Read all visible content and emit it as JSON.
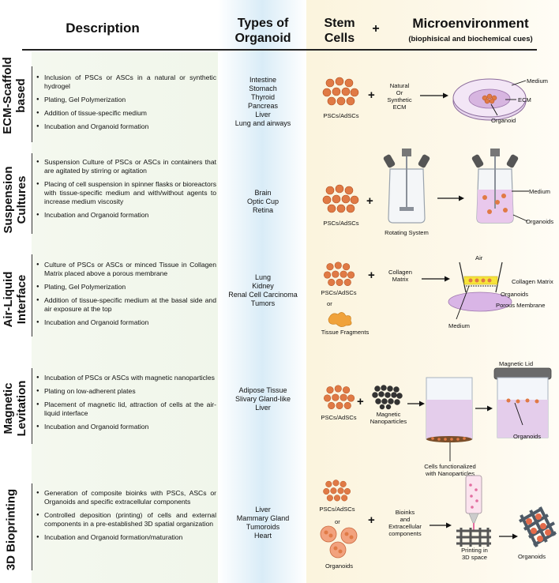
{
  "header": {
    "description": "Description",
    "types_line1": "Types of",
    "types_line2": "Organoid",
    "stem_line1": "Stem",
    "stem_line2": "Cells",
    "plus": "+",
    "micro": "Microenvironment",
    "micro_sub": "(biophisical and biochemical cues)"
  },
  "sections": [
    {
      "label_line1": "ECM-Scaffold",
      "label_line2": "based",
      "bullets": [
        "Inclusion of PSCs or ASCs in a natural or synthetic hydrogel",
        "Plating, Gel Polymerization",
        "Addition of tissue-specific medium",
        "Incubation and Organoid formation"
      ],
      "types": [
        "Intestine",
        "Stomach",
        "Thyroid",
        "Pancreas",
        "Liver",
        "Lung and airways"
      ],
      "fig": {
        "cells": "PSCs/AdSCs",
        "plus": "+",
        "matrix_l1": "Natural",
        "matrix_l2": "Or",
        "matrix_l3": "Synthetic",
        "matrix_l4": "ECM",
        "medium": "Medium",
        "ecm": "ECM",
        "organoid": "Organoid"
      }
    },
    {
      "label_line1": "Suspension",
      "label_line2": "Cultures",
      "bullets": [
        "Suspension Culture of PSCs or ASCs in containers that are agitated by stirring or agitation",
        "Placing of cell suspension in spinner flasks or bioreactors with tissue-specific medium and with/without agents to increase medium viscosity",
        "Incubation and Organoid formation"
      ],
      "types": [
        "Brain",
        "Optic Cup",
        "Retina"
      ],
      "fig": {
        "cells": "PSCs/AdSCs",
        "plus": "+",
        "rotating": "Rotating System",
        "medium": "Medium",
        "organoids": "Organoids"
      }
    },
    {
      "label_line1": "Air-Liquid",
      "label_line2": "Interface",
      "bullets": [
        "Culture of PSCs or ASCs or minced Tissue in Collagen Matrix placed above a porous membrane",
        "Plating, Gel Polymerization",
        "Addition of tissue-specific medium at the basal side and air exposure at the top",
        "Incubation and Organoid formation"
      ],
      "types": [
        "Lung",
        "Kidney",
        "Renal Cell Carcinoma",
        "Tumors"
      ],
      "fig": {
        "cells": "PSCs/AdSCs",
        "or": "or",
        "fragments": "Tissue Fragments",
        "plus": "+",
        "collagen_l1": "Collagen",
        "collagen_l2": "Matrix",
        "air": "Air",
        "collagen_matrix": "Collagen Matrix",
        "organoids": "Organoids",
        "porous": "Porous Membrane",
        "medium": "Medium"
      }
    },
    {
      "label_line1": "Magnetic",
      "label_line2": "Levitation",
      "bullets": [
        "Incubation of PSCs or ASCs with magnetic nanoparticles",
        "Plating on low-adherent plates",
        "Placement of magnetic lid, attraction of cells at the air-liquid interface",
        "Incubation and Organoid formation"
      ],
      "types": [
        "Adipose Tissue",
        "Slivary Gland-like",
        "Liver"
      ],
      "fig": {
        "cells": "PSCs/AdSCs",
        "plus": "+",
        "nano_l1": "Magnetic",
        "nano_l2": "Nanoparticles",
        "func_l1": "Cells functionalized",
        "func_l2": "with Nanoparticles",
        "lid": "Magnetic Lid",
        "organoids": "Organoids"
      }
    },
    {
      "label_line1": "3D Bioprinting",
      "label_line2": "",
      "bullets": [
        "Generation of composite bioinks with PSCs, ASCs or Organoids and specific extracellular components",
        "Controlled deposition (printing) of cells and external components in a pre-established 3D spatial organization",
        "Incubation and Organoid formation/maturation"
      ],
      "types": [
        "Liver",
        "Mammary Gland",
        "Tumoroids",
        "Heart"
      ],
      "fig": {
        "cells": "PSCs/AdSCs",
        "or": "or",
        "organoids_in": "Organoids",
        "plus": "+",
        "bio_l1": "Bioinks",
        "bio_l2": "and",
        "bio_l3": "Extracellular",
        "bio_l4": "components",
        "print_l1": "Printing in",
        "print_l2": "3D space",
        "organoids": "Organoids"
      }
    }
  ]
}
